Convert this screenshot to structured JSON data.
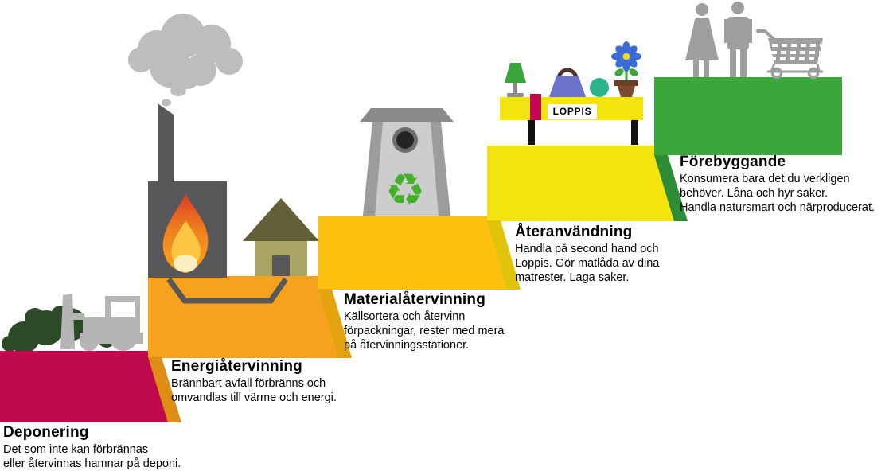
{
  "diagram": {
    "type": "waste-hierarchy-staircase",
    "steps": [
      {
        "label": "Deponering",
        "description": "Det som inte kan förbrännas\neller återvinnas hamnar på deponi.",
        "color": "#C10A4D"
      },
      {
        "label": "Energiåtervinning",
        "description": "Brännbart avfall förbränns och\nomvandlas till värme och energi.",
        "color": "#F6A21F",
        "fold_color": "#DE8E15"
      },
      {
        "label": "Materialåtervinning",
        "description": "Källsortera och återvinn\nförpackningar, rester med mera\npå återvinningsstationer.",
        "color": "#FCC10E",
        "fold_color": "#E3A30F"
      },
      {
        "label": "Återanvändning",
        "description": "Handla på second hand och\nLoppis. Gör matlåda av dina\nmatrester. Laga saker.",
        "color": "#F2E40C",
        "fold_color": "#E0C40C"
      },
      {
        "label": "Förebyggande",
        "description": "Konsumera bara det du verkligen\nbehöver. Låna och hyr saker.\nHandla natursmart och närproducerat.",
        "color": "#3BA639",
        "fold_color": "#2E8C36"
      }
    ]
  },
  "loppis": {
    "sign_label": "LOPPIS"
  },
  "illustrations": {
    "trash_pile": {
      "color": "#2C4A27"
    },
    "tractor": {
      "color": "#B5B5B5"
    },
    "smoke": {
      "color": "#BDBDBD"
    },
    "factory": {
      "color": "#58585A"
    },
    "flame": {
      "outer_top": "#D93A26",
      "outer_bottom": "#F9A61E",
      "inner": "#FBC643",
      "core": "#FDEFC0"
    },
    "house": {
      "roof": "#636038",
      "wall": "#A8A464",
      "door": "#58585A"
    },
    "recycling_bin": {
      "body": "#CDCDCD",
      "side": "#9C9C9C",
      "lid": "#8A8A8A",
      "hole_ring": "#6E6E6E",
      "hole": "#242424",
      "symbol_color": "#43B02A",
      "symbol_glyph": "♻"
    },
    "loppis_table": {
      "table": "#F2E40C",
      "leg": "#111111",
      "lamp": "#3BA639",
      "book": "#C10A4D",
      "bag": "#6B74C9",
      "bag_handle": "#4E342E",
      "ball": "#2BB38A",
      "pot": "#7B4A2F",
      "flower": "#3A6BD6",
      "flower_center": "#F0D90F"
    },
    "people": {
      "color": "#9E9E9E"
    },
    "shopping_cart": {
      "color": "#9E9E9E"
    }
  }
}
